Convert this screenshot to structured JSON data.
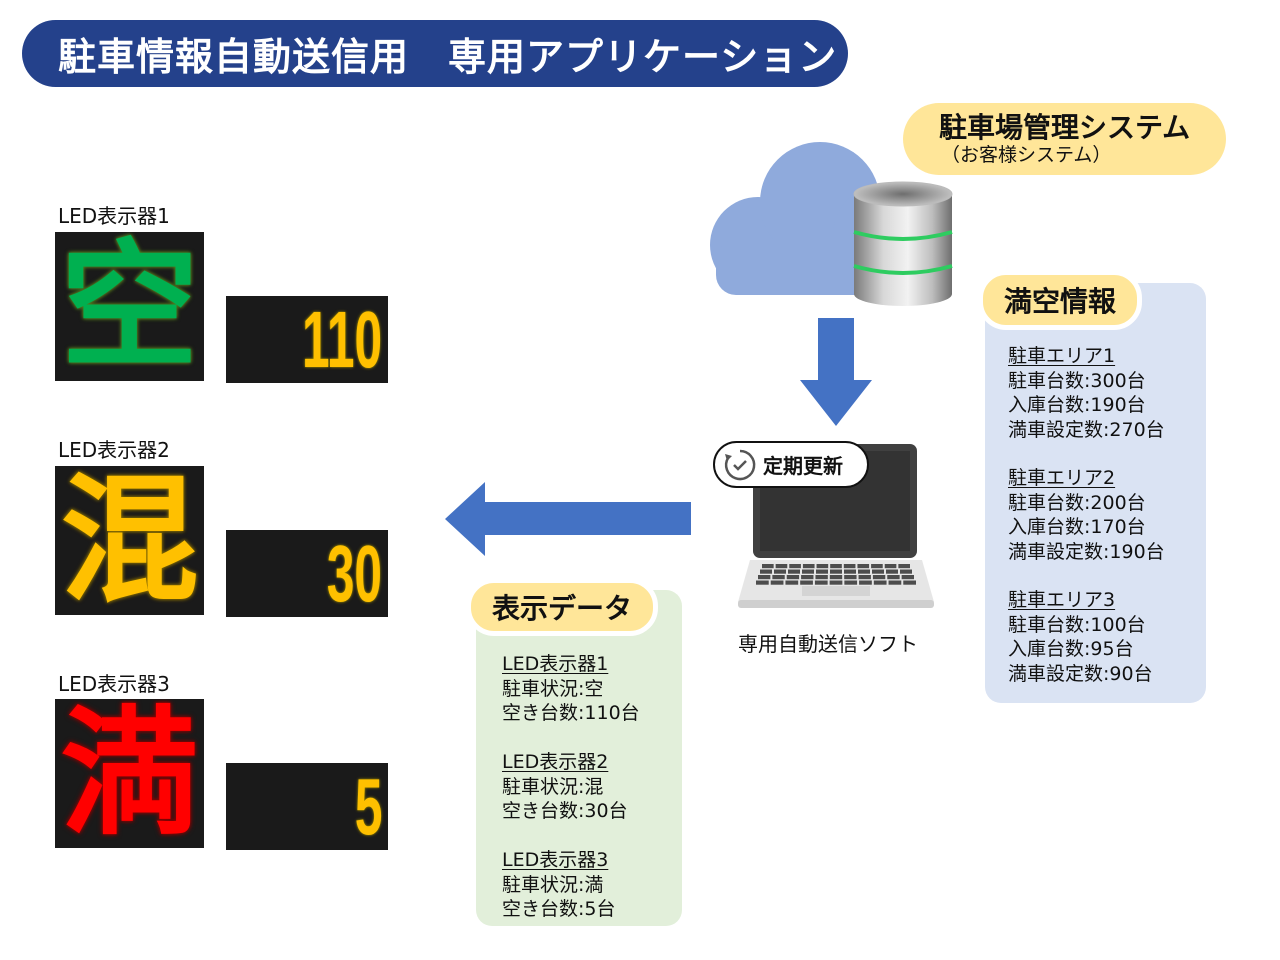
{
  "title": "駐車情報自動送信用　専用アプリケーション",
  "led_displays": [
    {
      "label": "LED表示器1",
      "status_char": "空",
      "status_color": "green",
      "vacant_count": "110"
    },
    {
      "label": "LED表示器2",
      "status_char": "混",
      "status_color": "yellow",
      "vacant_count": "30"
    },
    {
      "label": "LED表示器3",
      "status_char": "満",
      "status_color": "red",
      "vacant_count": "5"
    }
  ],
  "display_data": {
    "title": "表示データ",
    "items": [
      {
        "head": "LED表示器1",
        "lines": [
          "駐車状況:空",
          "空き台数:110台"
        ]
      },
      {
        "head": "LED表示器2",
        "lines": [
          "駐車状況:混",
          "空き台数:30台"
        ]
      },
      {
        "head": "LED表示器3",
        "lines": [
          "駐車状況:満",
          "空き台数:5台"
        ]
      }
    ]
  },
  "system": {
    "title": "駐車場管理システム",
    "subtitle": "（お客様システム）",
    "icons": [
      "cloud-icon",
      "database-icon"
    ]
  },
  "vacancy_info": {
    "title": "満空情報",
    "areas": [
      {
        "head": "駐車エリア1",
        "lines": [
          "駐車台数:300台",
          "入庫台数:190台",
          "満車設定数:270台"
        ]
      },
      {
        "head": "駐車エリア2",
        "lines": [
          "駐車台数:200台",
          "入庫台数:170台",
          "満車設定数:190台"
        ]
      },
      {
        "head": "駐車エリア3",
        "lines": [
          "駐車台数:100台",
          "入庫台数:95台",
          "満車設定数:90台"
        ]
      }
    ]
  },
  "software": {
    "refresh_label": "定期更新",
    "label": "専用自動送信ソフト"
  },
  "colors": {
    "banner": "#24418b",
    "arrow": "#4472c4",
    "cloud": "#8faadc",
    "pill": "#ffe699",
    "display_box": "#e2efda",
    "vacancy_box": "#dae3f3",
    "led_green": "#00b050",
    "led_yellow": "#ffc000",
    "led_red": "#ff0000",
    "led_bg": "#1a1a1a"
  }
}
